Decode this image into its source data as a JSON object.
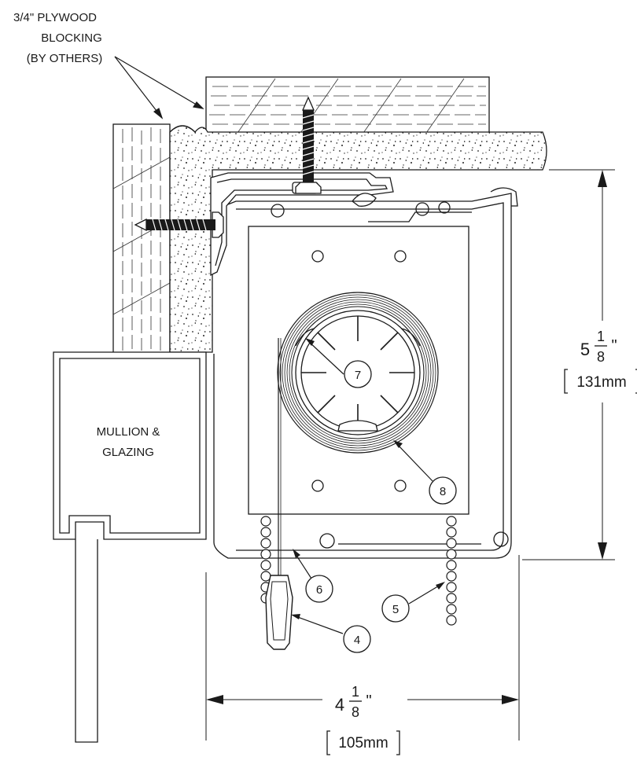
{
  "labels": {
    "blocking_line1": "3/4\" PLYWOOD",
    "blocking_line2": "BLOCKING",
    "blocking_line3": "(BY OTHERS)",
    "mullion_line1": "MULLION &",
    "mullion_line2": "GLAZING"
  },
  "callouts": {
    "c4": "4",
    "c5": "5",
    "c6": "6",
    "c7": "7",
    "c8": "8"
  },
  "dimensions": {
    "height": {
      "whole": "5",
      "num": "1",
      "den": "8",
      "unit": "\"",
      "metric": "131mm"
    },
    "width": {
      "whole": "4",
      "num": "1",
      "den": "8",
      "unit": "\"",
      "metric": "105mm"
    }
  },
  "colors": {
    "ink": "#1a1a1a",
    "background": "#ffffff"
  }
}
